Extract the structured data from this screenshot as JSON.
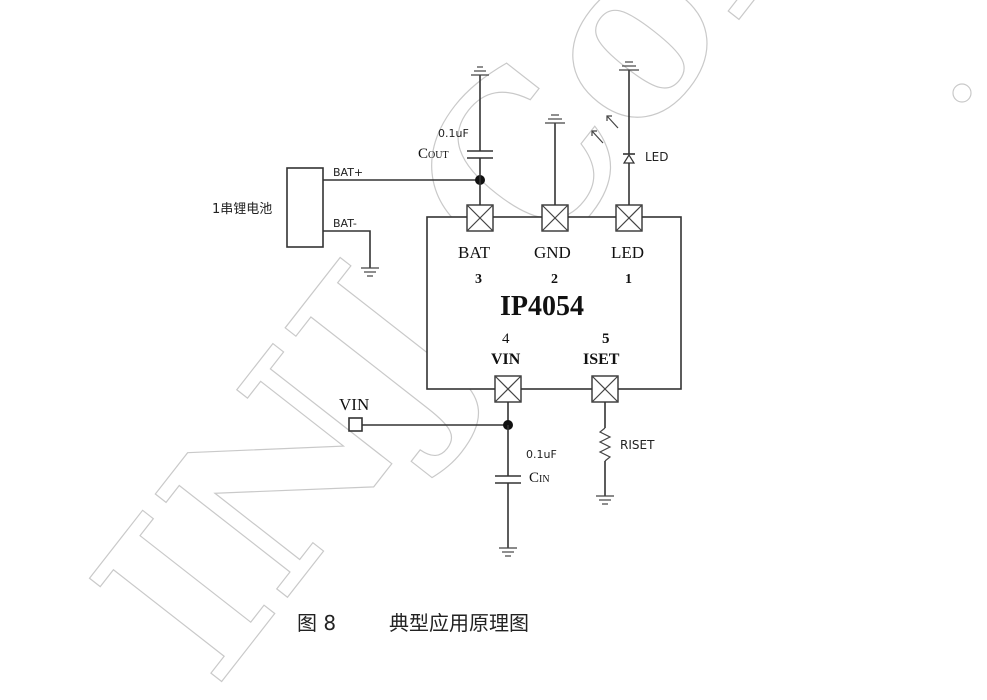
{
  "battery": {
    "label": "1串锂电池",
    "pos_label": "BAT+",
    "neg_label": "BAT-"
  },
  "chip": {
    "name": "IP4054",
    "pins": [
      {
        "name": "BAT",
        "number": "3"
      },
      {
        "name": "GND",
        "number": "2"
      },
      {
        "name": "LED",
        "number": "1"
      },
      {
        "name": "VIN",
        "number": "4"
      },
      {
        "name": "ISET",
        "number": "5"
      }
    ]
  },
  "components": {
    "cout": {
      "value": "0.1uF",
      "label_main": "C",
      "label_sub": "OUT"
    },
    "cin": {
      "value": "0.1uF",
      "label_main": "C",
      "label_sub": "IN"
    },
    "led": {
      "label": "LED"
    },
    "riset": {
      "label": "RISET"
    }
  },
  "input": {
    "label": "VIN"
  },
  "watermark": "INJ Corp.",
  "caption": {
    "figure": "图 8",
    "title": "典型应用原理图"
  }
}
